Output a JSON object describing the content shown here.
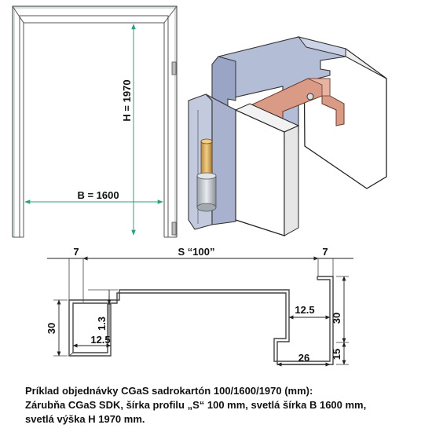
{
  "drawing": {
    "frame_width_label": "B = 1600",
    "frame_height_label": "H = 1970",
    "profile_width_label": "S “100”",
    "dim_left_7": "7",
    "dim_right_7": "7",
    "dim_left_30": "30",
    "dim_right_30": "30",
    "dim_1_3": "1.3",
    "dim_12_5_left": "12.5",
    "dim_12_5_right": "12.5",
    "dim_26": "26",
    "dim_15": "15"
  },
  "caption": {
    "line1": "Príklad objednávky CGaS sadrokartón 100/1600/1970 (mm):",
    "line2": "Zárubňa CGaS SDK, šírka profilu „S“ 100 mm, svetlá šírka B 1600 mm,",
    "line3": "svetlá výška H 1970 mm."
  },
  "colors": {
    "frame_steel": "#c8ccd6",
    "profile_blue": "#a9b3cf",
    "anchor_copper": "#d49683",
    "hinge_gold": "#d6aa5c",
    "wall_white": "#ffffff"
  }
}
